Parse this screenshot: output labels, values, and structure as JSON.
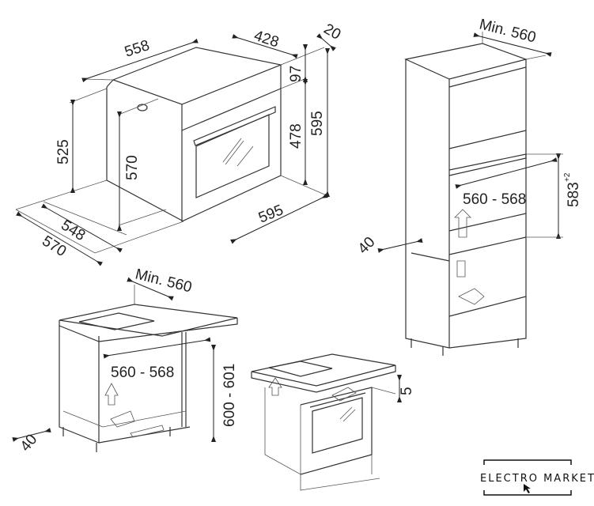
{
  "oven": {
    "dim_depth_total": "558",
    "dim_width_top": "428",
    "dim_front_offset": "20",
    "dim_panel_height": "97",
    "dim_door_height": "478",
    "dim_height": "595",
    "dim_side_height": "525",
    "dim_inner_height": "570",
    "dim_depth_548": "548",
    "dim_depth_570": "570",
    "dim_width": "595"
  },
  "column_install": {
    "min_depth": "Min. 560",
    "niche_width": "560 - 568",
    "niche_height": "583",
    "niche_height_tol": "+2",
    "vent_gap": "40"
  },
  "undercounter_install": {
    "min_depth": "Min. 560",
    "niche_width": "560 - 568",
    "niche_height": "600 - 601",
    "vent_gap": "40"
  },
  "hob_install": {
    "gap": "5"
  },
  "logo": {
    "text": "ELECTRO MARKET"
  }
}
